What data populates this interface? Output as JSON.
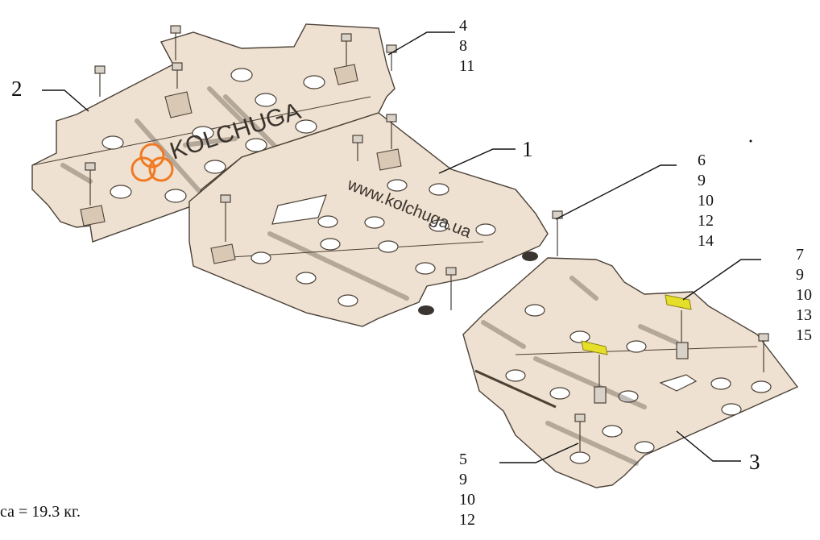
{
  "brand": {
    "logo_text": "KOLCHUGA",
    "website": "www.kolchuga.ua",
    "logo_color": "#f07a24"
  },
  "colors": {
    "plate_fill": "#efe1d1",
    "plate_stroke": "#4a4036",
    "hole_fill": "#ffffff",
    "bracket_highlight": "#e6df2a",
    "line": "#111111"
  },
  "callouts": {
    "part_1": "1",
    "part_2": "2",
    "part_3": "3",
    "group_top": [
      "4",
      "8",
      "11"
    ],
    "group_mid": [
      "6",
      "9",
      "10",
      "12",
      "14"
    ],
    "group_right": [
      "7",
      "9",
      "10",
      "13",
      "15"
    ],
    "group_bottom": [
      "5",
      "9",
      "10",
      "12"
    ]
  },
  "mass_text": "са = 19.3 кг."
}
